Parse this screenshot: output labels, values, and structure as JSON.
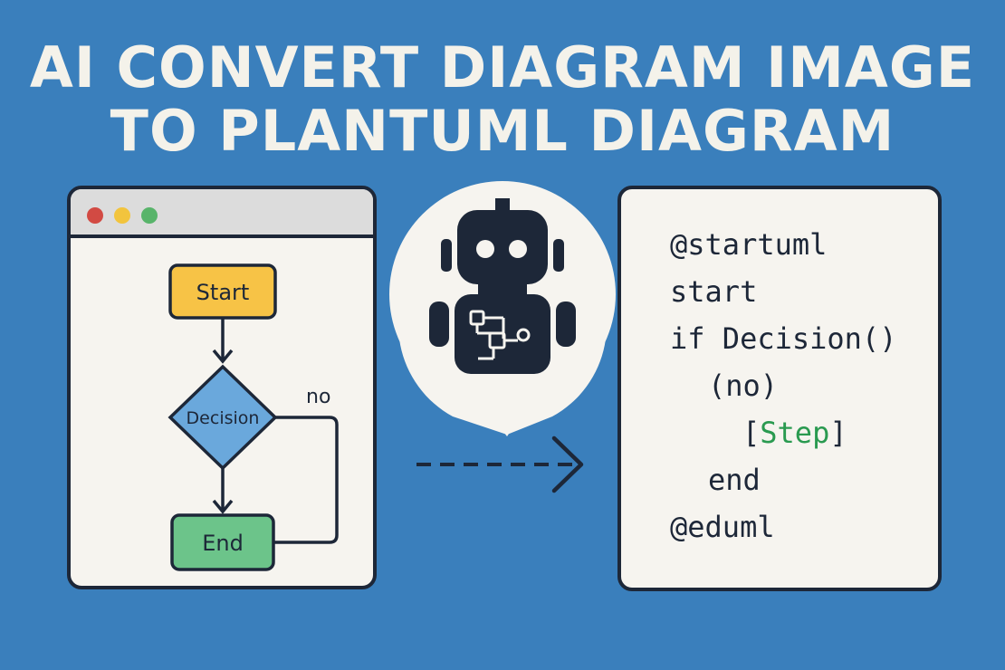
{
  "title": {
    "line1": "AI CONVERT DIAGRAM IMAGE",
    "line2": "TO PLANTUML DIAGRAM"
  },
  "browser_window": {
    "controls": [
      "red-dot",
      "yellow-dot",
      "green-dot"
    ],
    "flowchart": {
      "start_label": "Start",
      "decision_label": "Decision",
      "end_label": "End",
      "no_label": "no"
    }
  },
  "robot": {
    "icon": "robot-icon",
    "chest_icon": "flowchart-circuit-icon"
  },
  "code": {
    "line1": "@startuml",
    "line2": "start",
    "line3": "if Decision()",
    "line4": "(no)",
    "line5_open": "[",
    "line5_step": "Step",
    "line5_close": "]",
    "line6": "end",
    "line7": "@eduml"
  },
  "colors": {
    "background": "#3a7fbc",
    "start_box": "#f7c346",
    "decision_diamond": "#6aa8dc",
    "end_box": "#6cc48a",
    "code_highlight": "#2a9a50"
  }
}
